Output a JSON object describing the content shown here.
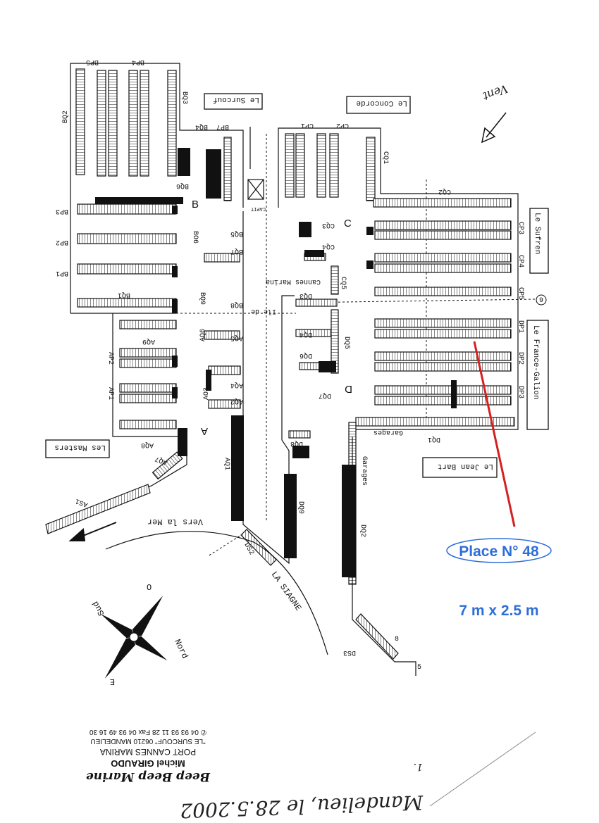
{
  "map": {
    "pontoons": {
      "B": [
        "BP5",
        "BP4",
        "BQ2",
        "BQ3",
        "BP7",
        "BQ4",
        "BQ6",
        "BP3",
        "BP2",
        "BP1",
        "BQ1",
        "BQ5",
        "BQ7",
        "BO6",
        "BQ8",
        "BQ9"
      ],
      "A": [
        "AQ9",
        "AP2",
        "AP1",
        "AQ6",
        "AQ5",
        "AO3",
        "AQ4",
        "AQ2",
        "AQ8",
        "AQ7",
        "AS1",
        "AQ1"
      ],
      "C": [
        "CP1",
        "CP2",
        "CQ1",
        "CQ2",
        "CQ3",
        "CQ4",
        "CQ5",
        "CP3",
        "CP4",
        "CP5"
      ],
      "D": [
        "DQ3",
        "DQ4",
        "DQ5",
        "DQ6",
        "DQ7",
        "DQ8",
        "DQ9",
        "DP1",
        "DP2",
        "DP3",
        "DQ1",
        "DQ2",
        "DS2",
        "DS3"
      ]
    },
    "zones": {
      "A": "A",
      "B": "B",
      "C": "C",
      "D": "D"
    },
    "buildings": {
      "surcouf": "Le Surcouf",
      "concorde": "Le Concorde",
      "sufren": "Le Sufren",
      "france_galion": "Le France-Galion",
      "jean_bart": "Le Jean Bart",
      "masters": "Les Masters"
    },
    "labels": {
      "cannes_marina": "Cannes Marina",
      "ile_de": "Ile de",
      "capit": "CAPIT",
      "garages_1": "Garages",
      "garages_2": "Garages",
      "vers_la_mer": "Vers la Mer",
      "la_siagne": "LA SIAGNE",
      "vent": "Vent",
      "num_9": "9",
      "num_8": "8",
      "num_5": "5"
    },
    "compass": {
      "north": "Nord",
      "south": "Sud",
      "east": "E",
      "west": "O"
    }
  },
  "annotation": {
    "place": "Place N° 48",
    "size": "7 m x 2.5 m",
    "color": "#2e6ed8",
    "line_color": "#d42020"
  },
  "stamp": {
    "company": "Beep Beep Marine",
    "person": "Michel GIRAUDO",
    "port": "PORT CANNES MARINA",
    "address": "\"LE SURCOUF\"   06210 MANDELIEU",
    "phone": "✆ 04 93 93 11 28  Fax 04 93 49 16 30"
  },
  "handwriting": {
    "signature": "Mandelieu, le 28.5.2002",
    "mark": "1."
  }
}
